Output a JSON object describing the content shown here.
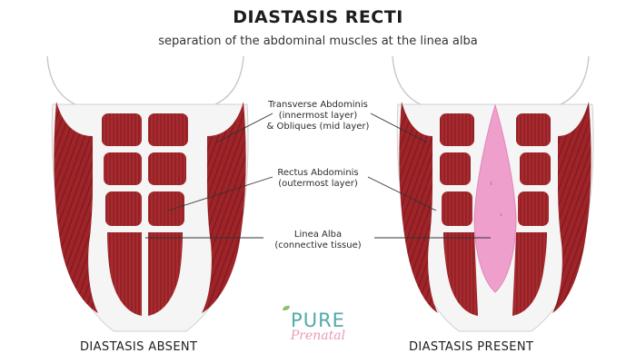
{
  "title": "DIASTASIS RECTI",
  "subtitle": "separation of the abdominal muscles at the linea alba",
  "labels": {
    "transverse_line1": "Transverse Abdominis",
    "transverse_line2": "(innermost layer)",
    "transverse_line3": "& Obliques (mid layer)",
    "rectus_line1": "Rectus Abdominis",
    "rectus_line2": "(outermost layer)",
    "linea_line1": "Linea Alba",
    "linea_line2": "(connective tissue)"
  },
  "captions": {
    "left": "DIASTASIS ABSENT",
    "right": "DIASTASIS PRESENT"
  },
  "logo": {
    "main": "PURE",
    "sub": "Prenatal"
  },
  "colors": {
    "muscle": "#a3262b",
    "separation": "#ee9fcb",
    "outline": "#c7c7c7"
  }
}
